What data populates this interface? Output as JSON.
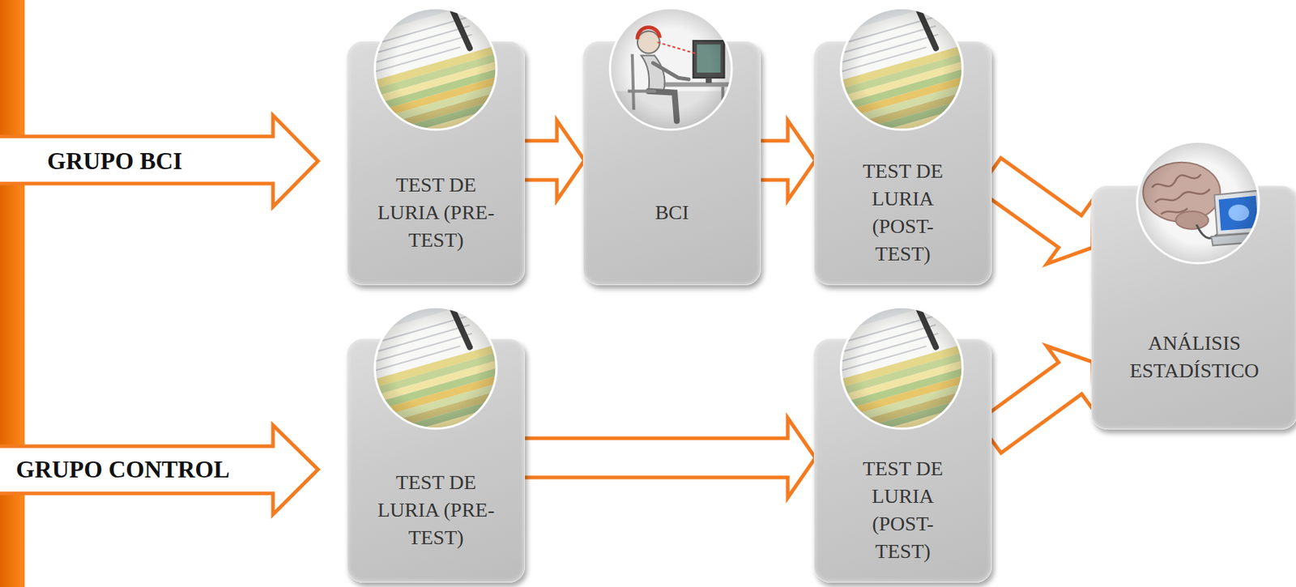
{
  "diagram": {
    "nodes": [
      {
        "text": [
          "TEST DE LURIA (PRE-TEST)"
        ]
      },
      {
        "text": [
          "BCI"
        ]
      },
      {
        "text": [
          "TEST DE LURIA (POST-TEST)"
        ]
      },
      {
        "text": [
          "TEST DE LURIA (PRE-TEST)"
        ]
      },
      {
        "text": [
          "TEST DE LURIA (POST-TEST)"
        ]
      },
      {
        "text": [
          "ANÁLISIS ESTADÍSTICO"
        ]
      }
    ],
    "edges": [
      {
        "from": 0,
        "to": 1,
        "arrow": "to"
      },
      {
        "from": 1,
        "to": 2,
        "arrow": "to"
      },
      {
        "from": 2,
        "to": 5,
        "arrow": "to"
      },
      {
        "from": 3,
        "to": 4,
        "arrow": "to"
      },
      {
        "from": 4,
        "to": 5,
        "arrow": "to"
      }
    ],
    "labels": [
      "GRUPO BCI",
      "GRUPO CONTROL"
    ]
  }
}
